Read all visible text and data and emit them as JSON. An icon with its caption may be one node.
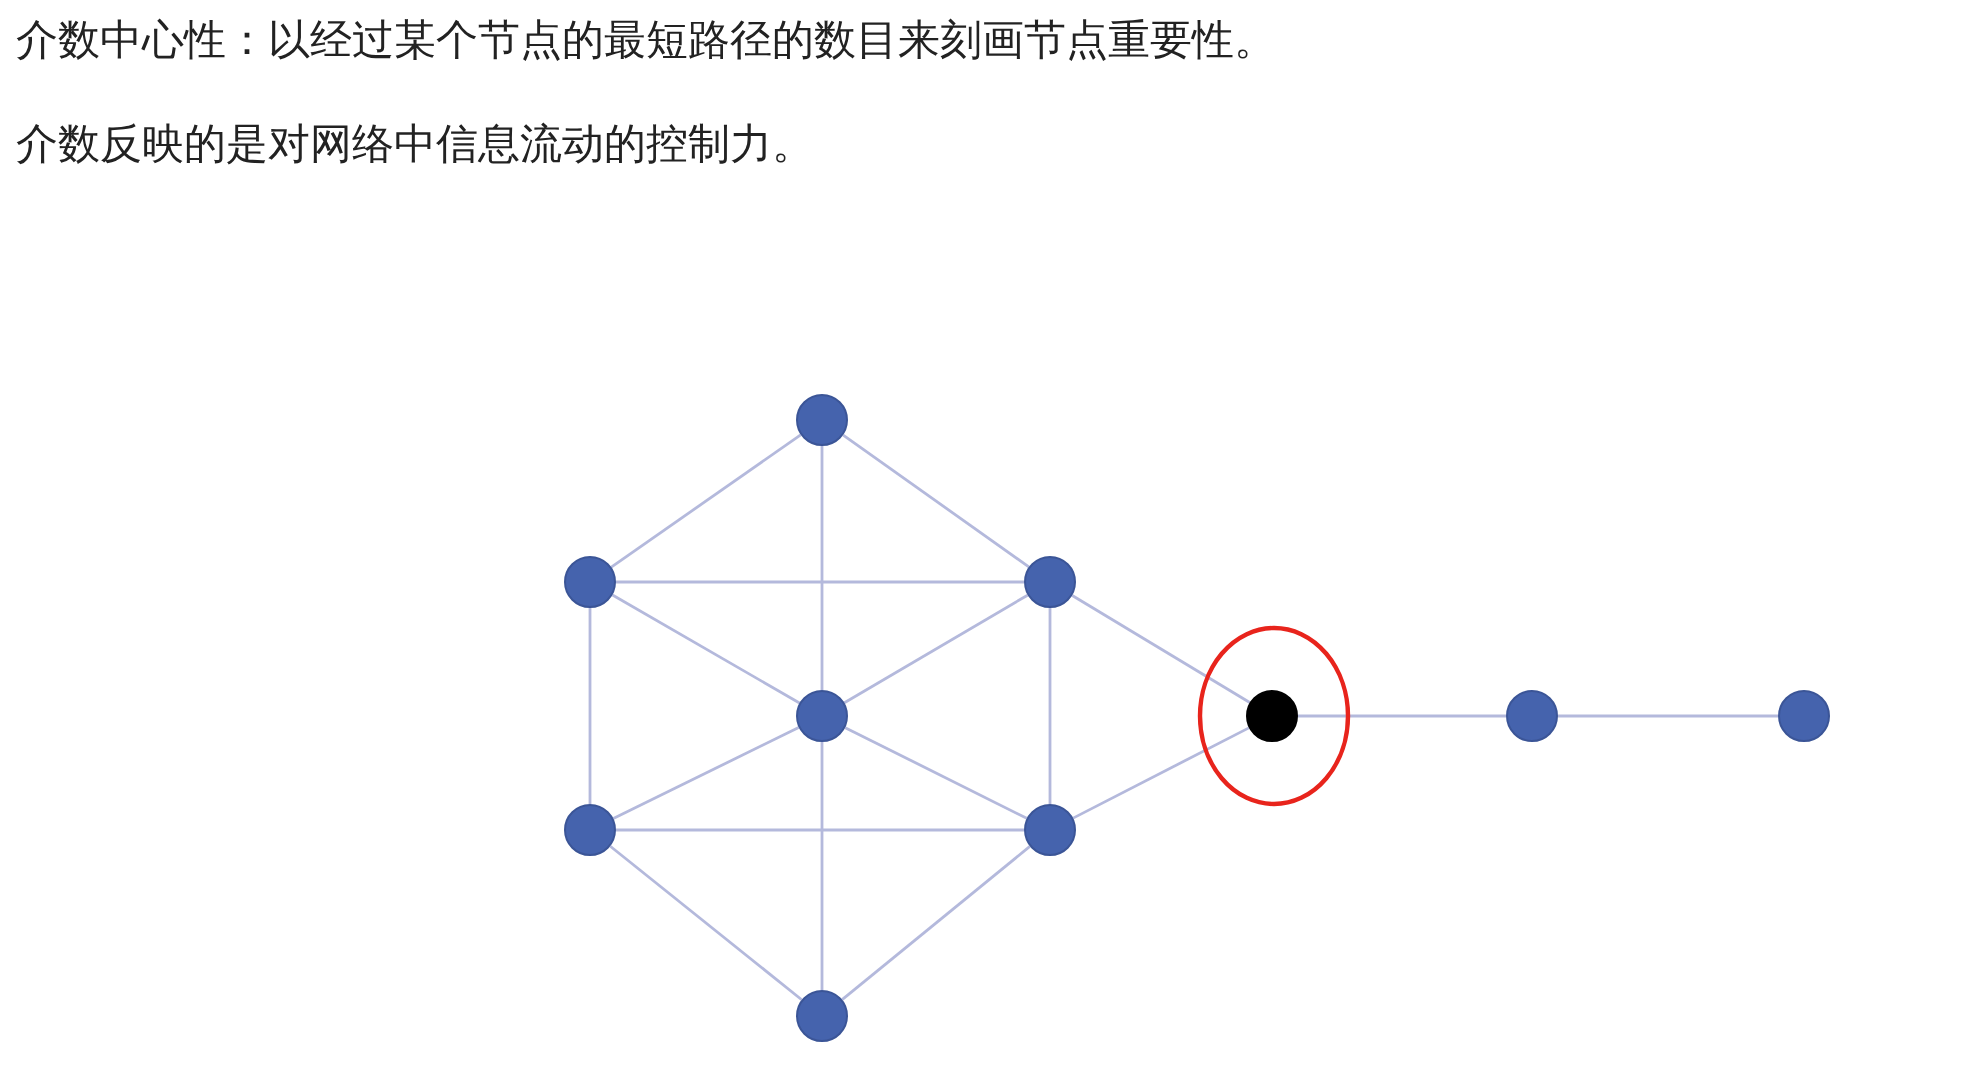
{
  "diagram": {
    "nodes": [
      {
        "text": [],
        "shape": "circle"
      },
      {
        "text": [],
        "shape": "circle"
      },
      {
        "text": [],
        "shape": "circle"
      },
      {
        "text": [],
        "shape": "circle"
      },
      {
        "text": [],
        "shape": "circle"
      },
      {
        "text": [],
        "shape": "circle"
      },
      {
        "text": [],
        "shape": "circle"
      },
      {
        "text": [],
        "shape": "circle"
      },
      {
        "text": [],
        "shape": "circle"
      },
      {
        "text": [],
        "shape": "circle"
      }
    ],
    "edges": [
      {
        "from": 0,
        "to": 1,
        "arrow": "none"
      },
      {
        "from": 0,
        "to": 2,
        "arrow": "none"
      },
      {
        "from": 0,
        "to": 3,
        "arrow": "none"
      },
      {
        "from": 1,
        "to": 2,
        "arrow": "none"
      },
      {
        "from": 1,
        "to": 3,
        "arrow": "none"
      },
      {
        "from": 1,
        "to": 7,
        "arrow": "none"
      },
      {
        "from": 2,
        "to": 3,
        "arrow": "none"
      },
      {
        "from": 2,
        "to": 8,
        "arrow": "none"
      },
      {
        "from": 2,
        "to": 4,
        "arrow": "none"
      },
      {
        "from": 3,
        "to": 7,
        "arrow": "none"
      },
      {
        "from": 3,
        "to": 8,
        "arrow": "none"
      },
      {
        "from": 3,
        "to": 9,
        "arrow": "none"
      },
      {
        "from": 7,
        "to": 8,
        "arrow": "none"
      },
      {
        "from": 7,
        "to": 9,
        "arrow": "none"
      },
      {
        "from": 8,
        "to": 9,
        "arrow": "none"
      },
      {
        "from": 8,
        "to": 4,
        "arrow": "none"
      },
      {
        "from": 4,
        "to": 5,
        "arrow": "none"
      },
      {
        "from": 5,
        "to": 6,
        "arrow": "none"
      }
    ],
    "labels": [
      "介数中心性：以经过某个节点的最短路径的数目来刻画节点重要性。",
      "介数反映的是对网络中信息流动的控制力。"
    ]
  }
}
